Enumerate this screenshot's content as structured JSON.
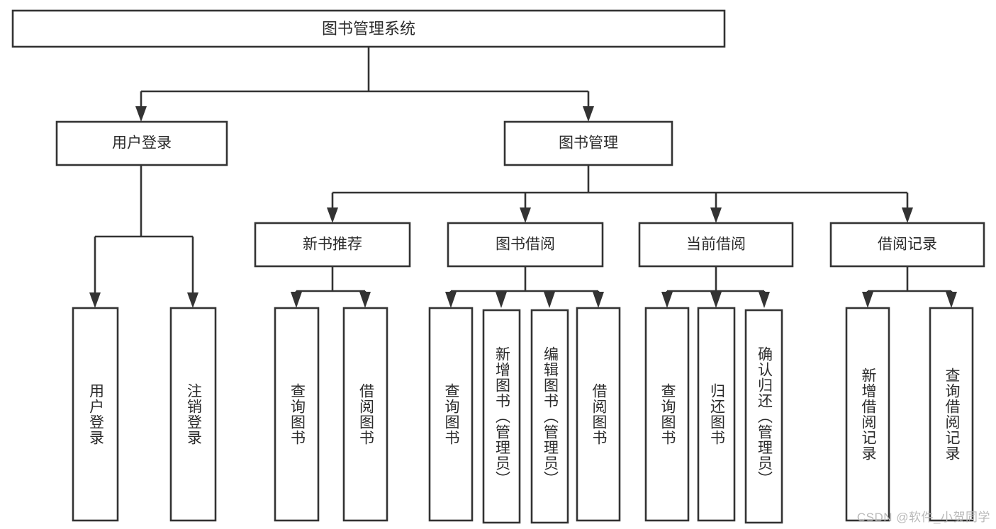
{
  "diagram": {
    "title": "图书管理系统",
    "type": "tree-hierarchy-diagram",
    "colors": {
      "background": "#ffffff",
      "box_fill": "#ffffff",
      "box_stroke": "#333333",
      "text": "#2b2b2b",
      "watermark": "#b9b9b9"
    },
    "root": {
      "label": "图书管理系统"
    },
    "level2": [
      {
        "label": "用户登录"
      },
      {
        "label": "图书管理"
      }
    ],
    "level3": [
      {
        "label": "新书推荐"
      },
      {
        "label": "图书借阅"
      },
      {
        "label": "当前借阅"
      },
      {
        "label": "借阅记录"
      }
    ],
    "leaves": {
      "user_login": [
        {
          "label": "用户登录"
        },
        {
          "label": "注销登录"
        }
      ],
      "new_book_recommend": [
        {
          "label": "查询图书"
        },
        {
          "label": "借阅图书"
        }
      ],
      "book_borrow": [
        {
          "label": "查询图书"
        },
        {
          "label": "新增图书（管理员）"
        },
        {
          "label": "编辑图书（管理员）"
        },
        {
          "label": "借阅图书"
        }
      ],
      "current_borrow": [
        {
          "label": "查询图书"
        },
        {
          "label": "归还图书"
        },
        {
          "label": "确认归还（管理员）"
        }
      ],
      "borrow_record": [
        {
          "label": "新增借阅记录"
        },
        {
          "label": "查询借阅记录"
        }
      ]
    }
  },
  "watermark": {
    "text": "CSDN @软件_小贺同学"
  }
}
